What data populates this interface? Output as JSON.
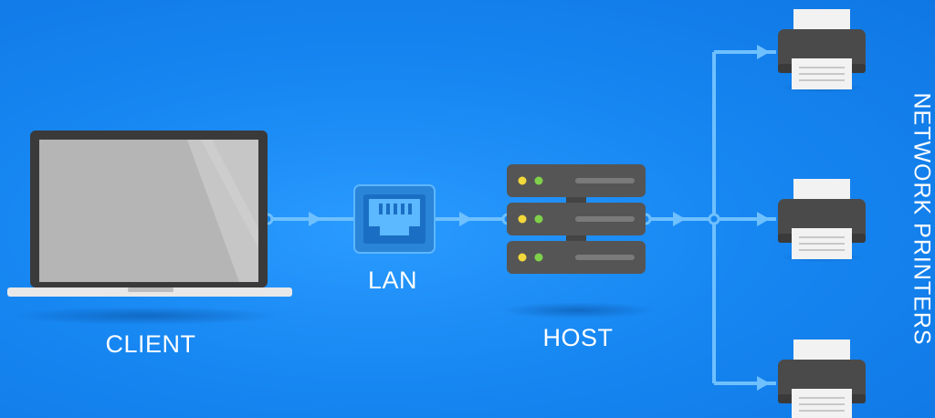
{
  "nodes": {
    "client": {
      "label": "CLIENT",
      "icon": "laptop-icon"
    },
    "lan": {
      "label": "LAN",
      "icon": "ethernet-port-icon"
    },
    "host": {
      "label": "HOST",
      "icon": "server-icon"
    },
    "printers": {
      "label": "NETWORK PRINTERS",
      "icon": "printer-icon",
      "count": 3
    }
  },
  "colors": {
    "background": "#1787f2",
    "connector": "#6fc0ff",
    "device_dark": "#3a3a3a",
    "screen": "#b5b5b5",
    "server_unit": "#555555",
    "led_yellow": "#f2d83a",
    "led_green": "#7fd14a",
    "lan_port": "#2a84d8"
  }
}
